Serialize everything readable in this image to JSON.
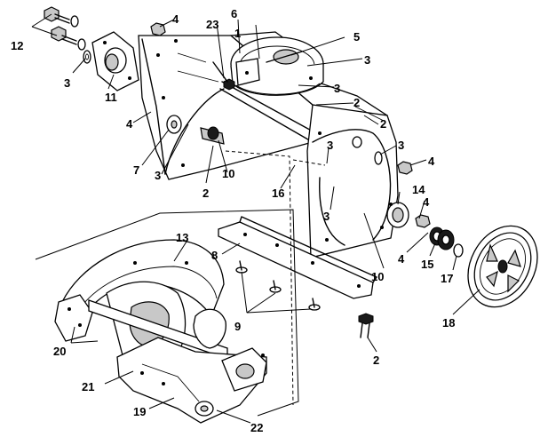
{
  "callouts": [
    {
      "id": "c1",
      "text": "1"
    },
    {
      "id": "c2a",
      "text": "2"
    },
    {
      "id": "c2b",
      "text": "2"
    },
    {
      "id": "c2c",
      "text": "2"
    },
    {
      "id": "c2d",
      "text": "2"
    },
    {
      "id": "c3a",
      "text": "3"
    },
    {
      "id": "c3b",
      "text": "3"
    },
    {
      "id": "c3c",
      "text": "3"
    },
    {
      "id": "c3d",
      "text": "3"
    },
    {
      "id": "c3e",
      "text": "3"
    },
    {
      "id": "c3f",
      "text": "3"
    },
    {
      "id": "c3g",
      "text": "3"
    },
    {
      "id": "c4a",
      "text": "4"
    },
    {
      "id": "c4b",
      "text": "4"
    },
    {
      "id": "c4c",
      "text": "4"
    },
    {
      "id": "c4d",
      "text": "4"
    },
    {
      "id": "c4e",
      "text": "4"
    },
    {
      "id": "c5",
      "text": "5"
    },
    {
      "id": "c6",
      "text": "6"
    },
    {
      "id": "c7",
      "text": "7"
    },
    {
      "id": "c8",
      "text": "8"
    },
    {
      "id": "c9",
      "text": "9"
    },
    {
      "id": "c10a",
      "text": "10"
    },
    {
      "id": "c10b",
      "text": "10"
    },
    {
      "id": "c11",
      "text": "11"
    },
    {
      "id": "c12",
      "text": "12"
    },
    {
      "id": "c13",
      "text": "13"
    },
    {
      "id": "c14",
      "text": "14"
    },
    {
      "id": "c15",
      "text": "15"
    },
    {
      "id": "c16",
      "text": "16"
    },
    {
      "id": "c17",
      "text": "17"
    },
    {
      "id": "c18",
      "text": "18"
    },
    {
      "id": "c19",
      "text": "19"
    },
    {
      "id": "c20",
      "text": "20"
    },
    {
      "id": "c21",
      "text": "21"
    },
    {
      "id": "c22",
      "text": "22"
    },
    {
      "id": "c23",
      "text": "23"
    }
  ]
}
